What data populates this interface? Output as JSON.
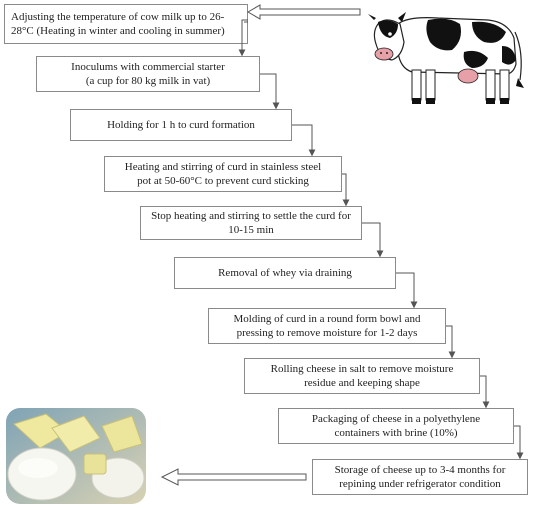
{
  "steps": [
    {
      "text": "Adjusting the temperature of cow milk up to 26-\n28°C (Heating in winter and cooling in summer)"
    },
    {
      "text": "Inoculums with commercial starter\n(a cup for 80 kg milk  in vat)"
    },
    {
      "text": "Holding for 1 h to curd formation"
    },
    {
      "text": "Heating and stirring of curd in stainless steel\npot at 50-60°C to prevent curd sticking"
    },
    {
      "text": "Stop heating and stirring to settle the curd for\n10-15 min"
    },
    {
      "text": "Removal of whey via draining"
    },
    {
      "text": "Molding of curd in a round form bowl and\npressing to remove moisture for 1-2 days"
    },
    {
      "text": "Rolling cheese in salt to remove moisture\nresidue and keeping shape"
    },
    {
      "text": "Packaging of cheese in a polyethylene\ncontainers with brine (10%)"
    },
    {
      "text": "Storage of cheese up to 3-4 months for\nrepining under refrigerator condition"
    }
  ],
  "colors": {
    "border": "#8a8a8a",
    "arrow": "#555555",
    "cow_black": "#111111",
    "udder": "#e8a0a8"
  },
  "icons": {
    "cow": "cow-illustration",
    "cheese": "cheese-photo"
  }
}
